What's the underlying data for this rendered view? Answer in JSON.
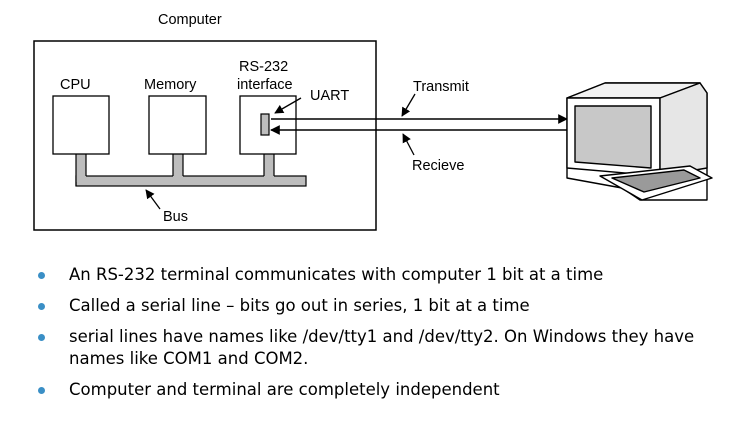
{
  "diagram": {
    "computer_label": "Computer",
    "cpu_label": "CPU",
    "memory_label": "Memory",
    "rs232_label_line1": "RS-232",
    "rs232_label_line2": "interface",
    "uart_label": "UART",
    "transmit_label": "Transmit",
    "receive_label": "Recieve",
    "bus_label": "Bus"
  },
  "bullets": [
    {
      "text": "An RS-232 terminal communicates with computer 1 bit at a time"
    },
    {
      "text": "Called a serial line – bits go out in series, 1 bit at a time"
    },
    {
      "text": "serial lines have names like /dev/tty1 and /dev/tty2. On Windows they have names like COM1 and COM2."
    },
    {
      "text": "Computer and  terminal are completely independent"
    }
  ],
  "colors": {
    "bullet": "#3a8fc6",
    "bus": "#bdbdbd",
    "screen": "#c8c8c8"
  }
}
